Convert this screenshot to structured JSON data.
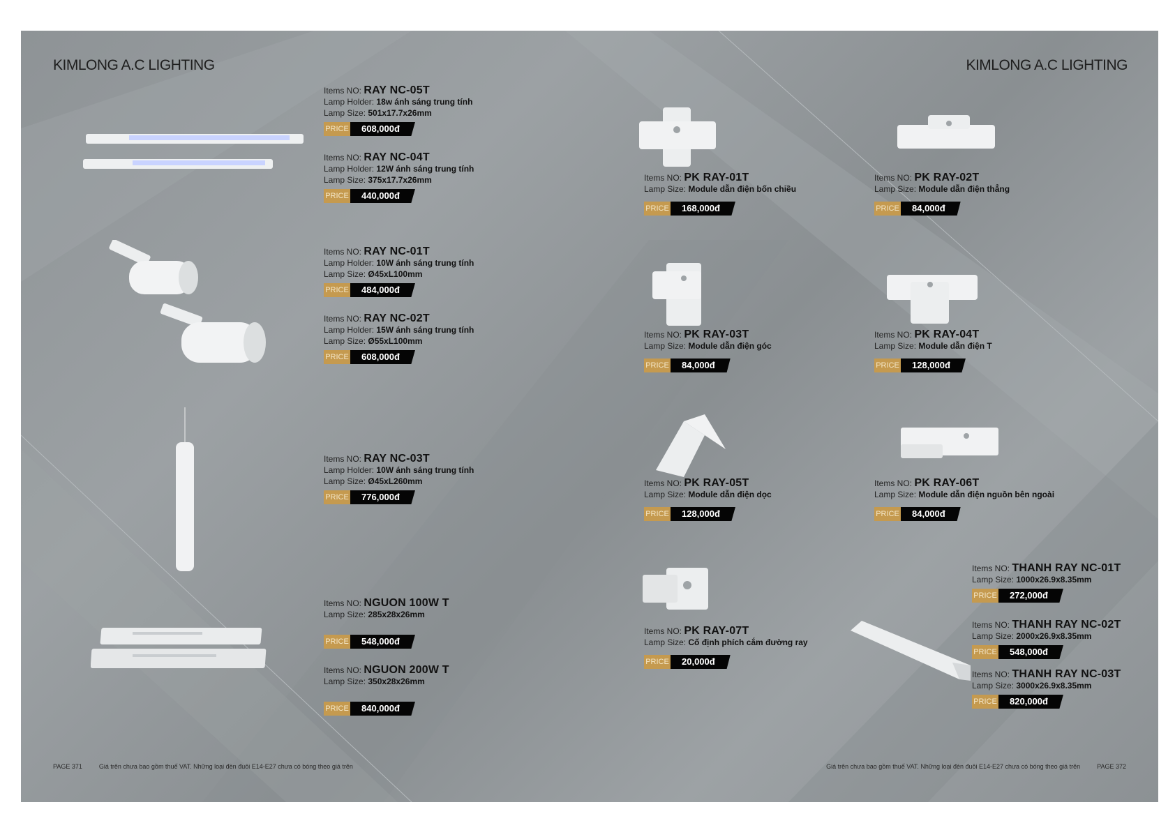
{
  "brand": "KIMLONG A.C LIGHTING",
  "labels": {
    "items_no": "Items NO:",
    "lamp_holder": "Lamp Holder:",
    "lamp_size": "Lamp Size:",
    "price": "PRICE"
  },
  "left_products": [
    {
      "code": "RAY NC-05T",
      "holder": "18w ánh sáng trung tính",
      "size": "501x17.7x26mm",
      "price": "608,000đ"
    },
    {
      "code": "RAY NC-04T",
      "holder": "12W ánh sáng trung tính",
      "size": "375x17.7x26mm",
      "price": "440,000đ"
    },
    {
      "code": "RAY NC-01T",
      "holder": "10W ánh sáng trung tính",
      "size": "Ø45xL100mm",
      "price": "484,000đ"
    },
    {
      "code": "RAY NC-02T",
      "holder": "15W ánh sáng trung tính",
      "size": "Ø55xL100mm",
      "price": "608,000đ"
    },
    {
      "code": "RAY NC-03T",
      "holder": "10W ánh sáng trung tính",
      "size": "Ø45xL260mm",
      "price": "776,000đ"
    },
    {
      "code": "NGUON 100W T",
      "size": "285x28x26mm",
      "price": "548,000đ"
    },
    {
      "code": "NGUON 200W T",
      "size": "350x28x26mm",
      "price": "840,000đ"
    }
  ],
  "right_products": [
    {
      "code": "PK RAY-01T",
      "size": "Module dẫn điện bốn chiều",
      "price": "168,000đ"
    },
    {
      "code": "PK RAY-02T",
      "size": "Module dẫn điện thẳng",
      "price": "84,000đ"
    },
    {
      "code": "PK RAY-03T",
      "size": "Module dẫn điện góc",
      "price": "84,000đ"
    },
    {
      "code": "PK RAY-04T",
      "size": "Module dẫn điện T",
      "price": "128,000đ"
    },
    {
      "code": "PK RAY-05T",
      "size": "Module dẫn điện dọc",
      "price": "128,000đ"
    },
    {
      "code": "PK RAY-06T",
      "size": "Module dẫn điện nguồn bên ngoài",
      "price": "84,000đ"
    },
    {
      "code": "PK RAY-07T",
      "size": "Cố định phích cắm đường ray",
      "price": "20,000đ"
    },
    {
      "code": "THANH RAY NC-01T",
      "size": "1000x26.9x8.35mm",
      "price": "272,000đ"
    },
    {
      "code": "THANH RAY NC-02T",
      "size": "2000x26.9x8.35mm",
      "price": "548,000đ"
    },
    {
      "code": "THANH RAY NC-03T",
      "size": "3000x26.9x8.35mm",
      "price": "820,000đ"
    }
  ],
  "footer": {
    "left_page": "PAGE 371",
    "right_page": "PAGE 372",
    "note": "Giá trên chưa bao gồm thuế VAT. Những loại đèn đuôi E14-E27 chưa có bóng theo giá trên"
  }
}
